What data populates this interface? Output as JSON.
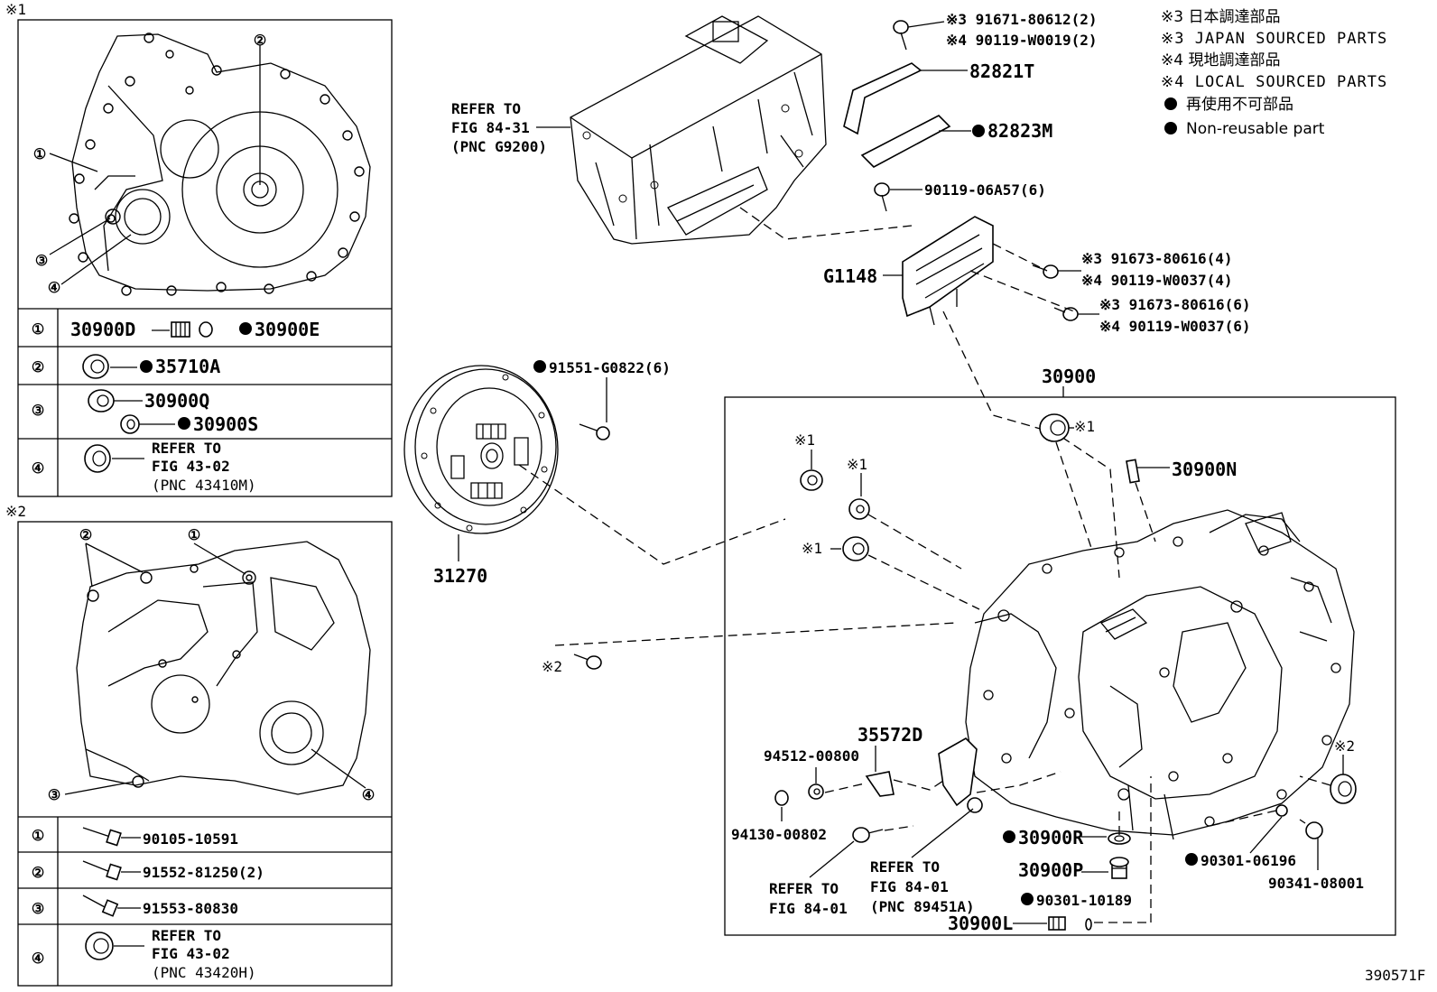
{
  "inset1": {
    "mark": "※1",
    "rows": [
      {
        "num": "①",
        "a": "30900D",
        "b": "30900E"
      },
      {
        "num": "②",
        "a": "",
        "b": "35710A"
      },
      {
        "num": "③",
        "a": "30900Q",
        "b": "30900S"
      },
      {
        "num": "④",
        "ref1": "REFER TO",
        "ref2": "FIG 43-02",
        "ref3": "(PNC 43410M)"
      }
    ],
    "callouts": [
      "①",
      "②",
      "③",
      "④"
    ]
  },
  "inset2": {
    "mark": "※2",
    "rows": [
      {
        "num": "①",
        "a": "90105-10591"
      },
      {
        "num": "②",
        "a": "91552-81250(2)"
      },
      {
        "num": "③",
        "a": "91553-80830"
      },
      {
        "num": "④",
        "ref1": "REFER TO",
        "ref2": "FIG 43-02",
        "ref3": "(PNC 43420H)"
      }
    ],
    "callouts": [
      "①",
      "②",
      "③",
      "④"
    ]
  },
  "legend": {
    "l1": "※3 日本調達部品",
    "l2": "※3 JAPAN SOURCED PARTS",
    "l3": "※4 現地調達部品",
    "l4": "※4 LOCAL SOURCED PARTS",
    "l5": "再使用不可部品",
    "l6": "Non-reusable part"
  },
  "labels": {
    "p_91671": "※3 91671-80612(2)",
    "p_90119a": "※4 90119-W0019(2)",
    "p_82821T": "82821T",
    "p_82823M": "82823M",
    "p_9011906": "90119-06A57(6)",
    "p_G1148": "G1148",
    "p_91673a": "※3 91673-80616(4)",
    "p_90119b": "※4 90119-W0037(4)",
    "p_91673b": "※3 91673-80616(6)",
    "p_90119c": "※4 90119-W0037(6)",
    "refer1": "REFER TO",
    "refer2": "FIG 84-31",
    "refer3": "(PNC G9200)",
    "p_91551": "91551-G0822(6)",
    "p_31270": "31270",
    "p_30900": "30900",
    "p_30900N": "30900N",
    "mark1a": "※1",
    "mark1b": "※1",
    "mark1c": "※1",
    "mark1d": "※1",
    "mark2a": "※2",
    "mark2b": "※2",
    "p_35572D": "35572D",
    "p_94512": "94512-00800",
    "p_94130": "94130-00802",
    "refA1": "REFER TO",
    "refA2": "FIG 84-01",
    "refB1": "REFER TO",
    "refB2": "FIG 84-01",
    "refB3": "(PNC 89451A)",
    "p_30900R": "30900R",
    "p_30900P": "30900P",
    "p_90301_10189": "90301-10189",
    "p_30900L": "30900L",
    "p_90301_06196": "90301-06196",
    "p_90341": "90341-08001",
    "fig_no": "390571F"
  }
}
